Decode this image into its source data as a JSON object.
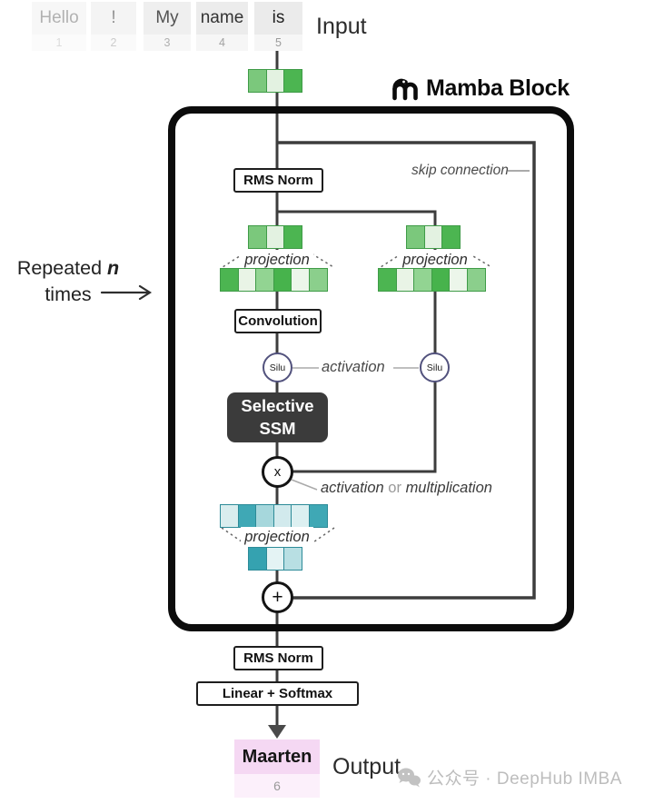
{
  "input": {
    "label": "Input",
    "tokens": [
      {
        "text": "Hello",
        "num": "1"
      },
      {
        "text": "!",
        "num": "2"
      },
      {
        "text": "My",
        "num": "3"
      },
      {
        "text": "name",
        "num": "4"
      },
      {
        "text": "is",
        "num": "5"
      }
    ]
  },
  "repeat_label": {
    "prefix": "Repeated ",
    "n": "n",
    "line2": "times"
  },
  "mamba_block": {
    "title": "Mamba Block",
    "rms_norm_top": "RMS Norm",
    "skip_label": "skip connection",
    "projection_left": "projection",
    "projection_right": "projection",
    "projection_bottom": "projection",
    "convolution": "Convolution",
    "silu_left": "Silu",
    "silu_right": "Silu",
    "activation_label": "activation",
    "ssm_line1": "Selective",
    "ssm_line2": "SSM",
    "multiply_symbol": "x",
    "mult_label_a": "activation",
    "mult_label_or": " or ",
    "mult_label_b": "multiplication",
    "plus_symbol": "+"
  },
  "bottom": {
    "rms_norm": "RMS Norm",
    "linear_softmax": "Linear + Softmax",
    "output_token": "Maarten",
    "output_num": "6",
    "output_label": "Output"
  },
  "watermark": {
    "text": "公众号 · DeepHub IMBA"
  },
  "vectors": {
    "green3": [
      "#7bc87c",
      "#e3f2e1",
      "#4cb551"
    ],
    "green6": [
      "#4cb551",
      "#e9f4e6",
      "#92d492",
      "#47b34c",
      "#ecf6ea",
      "#8bcf8c"
    ],
    "teal6": [
      "#d9edee",
      "#3fa8b5",
      "#a6d7dc",
      "#d2eaed",
      "#dcf0f1",
      "#3fa8b5"
    ],
    "teal3": [
      "#35a2b0",
      "#e4f3f4",
      "#b8dfe3"
    ]
  },
  "colors": {
    "wire": "#3d3d3d",
    "frame": "#0c0c0c",
    "green_border": "#3f9b47",
    "teal_border": "#2d8b98",
    "output_bg": "#f5d8f3",
    "output_bg_light": "#fcf0fb",
    "silu_border": "#52527d"
  }
}
